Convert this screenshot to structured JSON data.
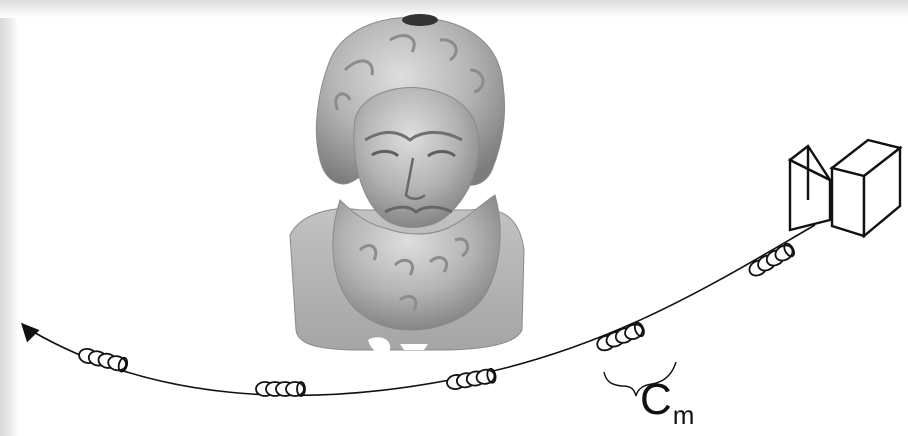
{
  "diagram": {
    "camera_group_label": {
      "main": "C",
      "subscript": "m"
    },
    "camera_groups": [
      {
        "count": 4
      },
      {
        "count": 4
      },
      {
        "count": 4
      },
      {
        "count": 4
      },
      {
        "count": 4
      }
    ],
    "colors": {
      "stroke": "#111111",
      "bust_light": "#c9c9c9",
      "bust_mid": "#a9a9a9",
      "bust_dark": "#7a7a7a",
      "background": "#ffffff"
    },
    "icons": {
      "subject": "bust-sculpture-icon",
      "camera": "video-camera-icon",
      "direction": "arrowhead-icon"
    }
  }
}
